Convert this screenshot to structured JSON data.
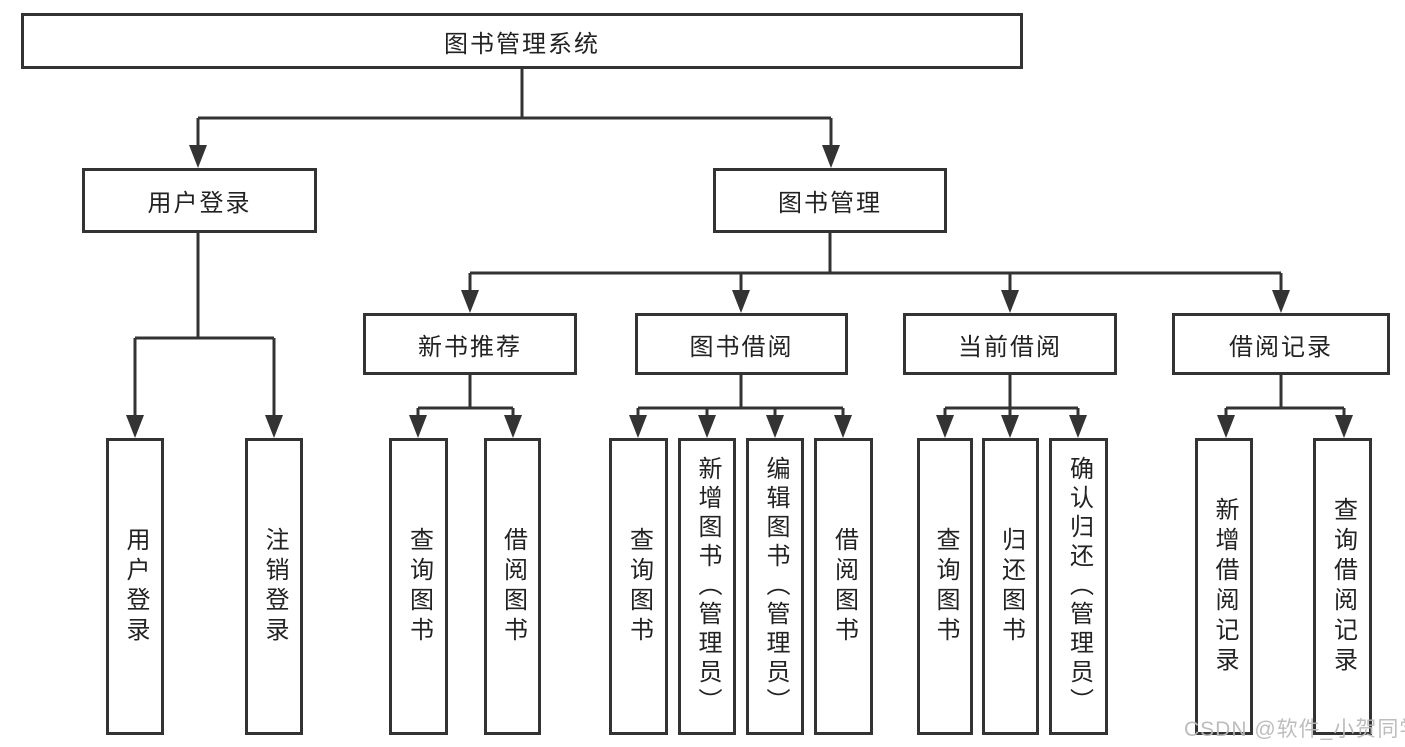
{
  "diagram": {
    "title": "图书管理系统",
    "tree": {
      "label": "图书管理系统",
      "children": [
        {
          "label": "用户登录",
          "children": [
            {
              "label": "用户登录"
            },
            {
              "label": "注销登录"
            }
          ]
        },
        {
          "label": "图书管理",
          "children": [
            {
              "label": "新书推荐",
              "children": [
                {
                  "label": "查询图书"
                },
                {
                  "label": "借阅图书"
                }
              ]
            },
            {
              "label": "图书借阅",
              "children": [
                {
                  "label": "查询图书"
                },
                {
                  "label": "新增图书（管理员）"
                },
                {
                  "label": "编辑图书（管理员）"
                },
                {
                  "label": "借阅图书"
                }
              ]
            },
            {
              "label": "当前借阅",
              "children": [
                {
                  "label": "查询图书"
                },
                {
                  "label": "归还图书"
                },
                {
                  "label": "确认归还（管理员）"
                }
              ]
            },
            {
              "label": "借阅记录",
              "children": [
                {
                  "label": "新增借阅记录"
                },
                {
                  "label": "查询借阅记录"
                }
              ]
            }
          ]
        }
      ]
    },
    "colors": {
      "line": "#333333",
      "box_border": "#333333",
      "text": "#222222",
      "background": "#ffffff",
      "watermark": "#b9b9b9"
    }
  },
  "watermark": {
    "text": "CSDN @软件_小贺同学"
  }
}
